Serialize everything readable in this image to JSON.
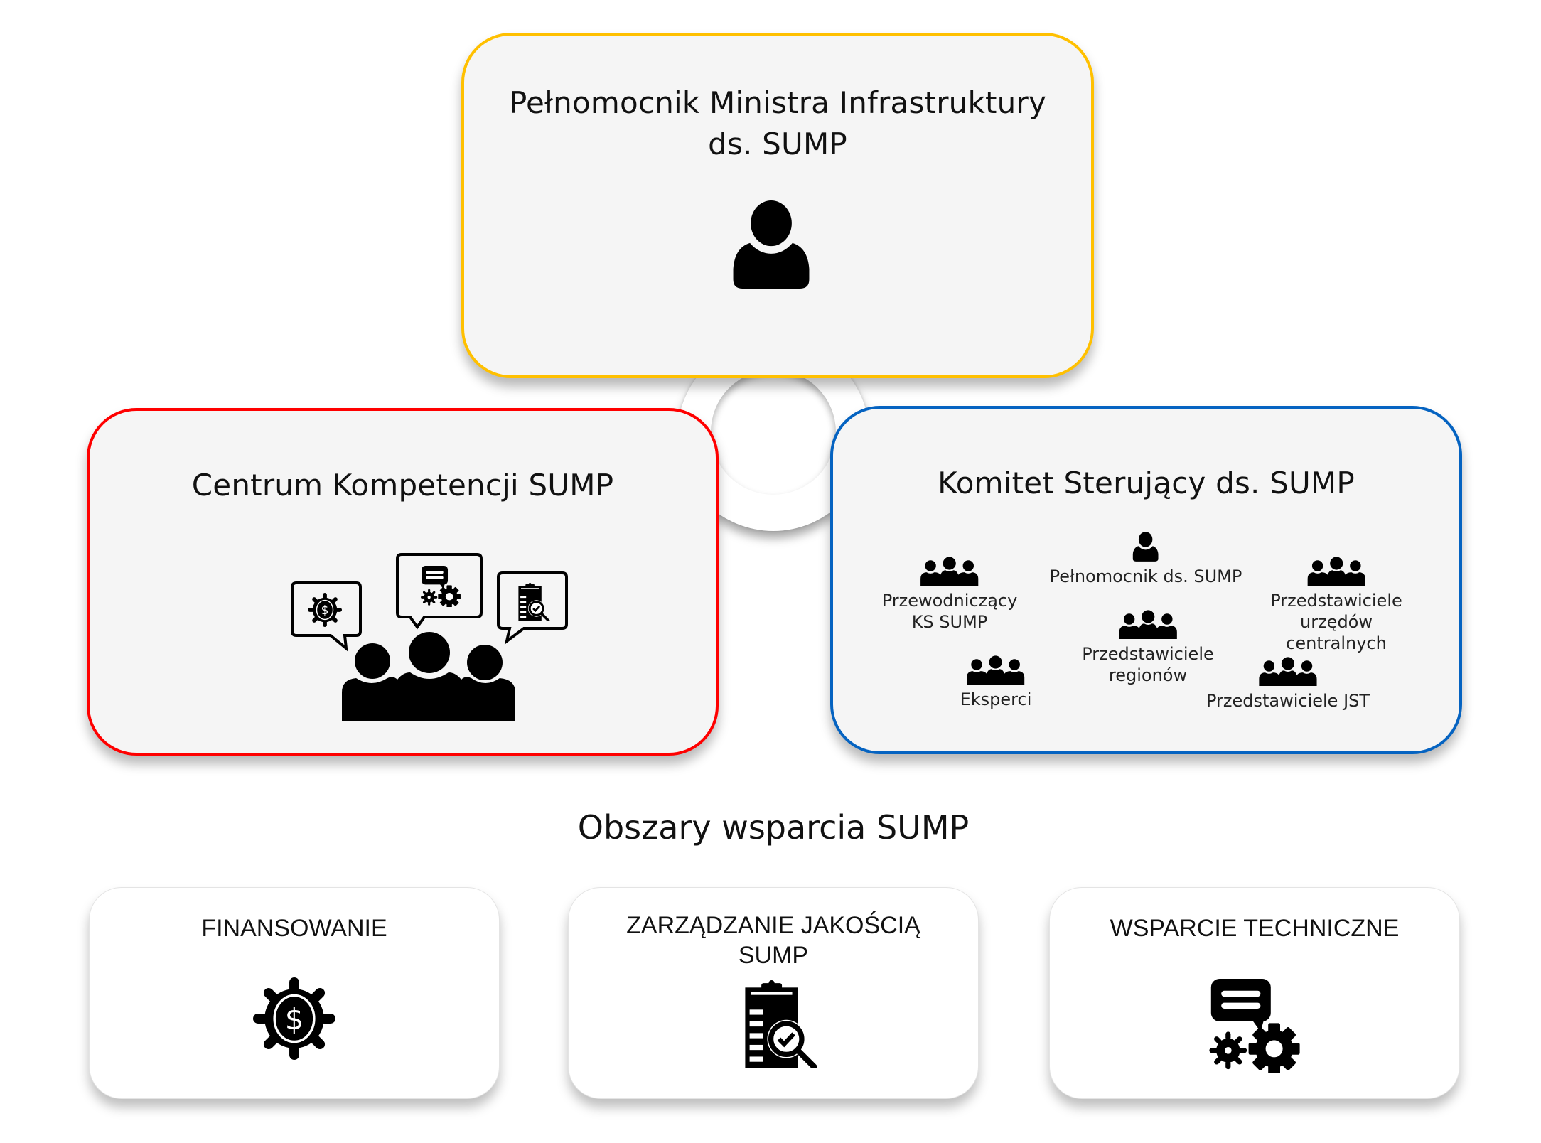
{
  "top_box": {
    "title": "Pełnomocnik Ministra Infrastruktury ds. SUMP",
    "icon": "person-icon",
    "border_color": "#FFC000"
  },
  "left_box": {
    "title": "Centrum Kompetencji SUMP",
    "icon": "team-discussion-icon",
    "bubble_icons": [
      "dollar-gear-icon",
      "chat-gears-icon",
      "clipboard-search-icon"
    ],
    "border_color": "#FF0000"
  },
  "right_box": {
    "title": "Komitet Sterujący ds. SUMP",
    "border_color": "#0563C1",
    "members": [
      {
        "label": "Przewodniczący\nKS SUMP",
        "icon": "group-icon"
      },
      {
        "label": "Pełnomocnik ds. SUMP",
        "icon": "person-icon"
      },
      {
        "label": "Przedstawiciele\nurzędów centralnych",
        "icon": "group-icon"
      },
      {
        "label": "Przedstawiciele\nregionów",
        "icon": "group-icon"
      },
      {
        "label": "Eksperci",
        "icon": "group-icon"
      },
      {
        "label": "Przedstawiciele JST",
        "icon": "group-icon"
      }
    ]
  },
  "support": {
    "title": "Obszary wsparcia SUMP",
    "areas": [
      {
        "label": "FINANSOWANIE",
        "icon": "dollar-gear-icon"
      },
      {
        "label": "ZARZĄDZANIE  JAKOŚCIĄ\nSUMP",
        "icon": "clipboard-search-icon"
      },
      {
        "label": "WSPARCIE TECHNICZNE",
        "icon": "chat-gears-icon"
      }
    ]
  }
}
